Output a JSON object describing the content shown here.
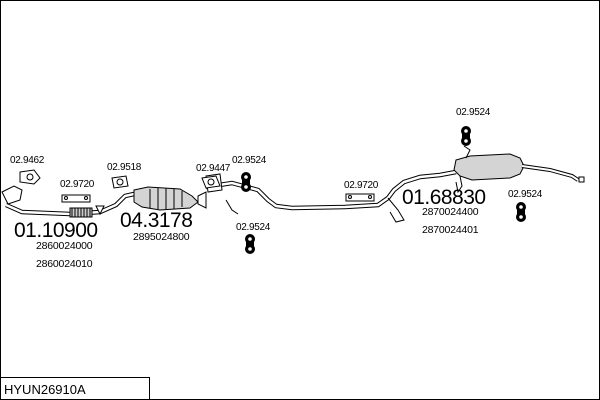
{
  "diagram_code": "HYUN26910A",
  "part_labels": {
    "p0": "02.9462",
    "p1": "02.9720",
    "p2": "02.9518",
    "p3": "02.9447",
    "p4": "02.9524",
    "p5": "02.9524",
    "p6": "02.9720",
    "p7": "02.9524",
    "p8": "02.9524"
  },
  "main_parts": [
    {
      "number": "01.10900",
      "oe": [
        "2860024000",
        "2860024010"
      ]
    },
    {
      "number": "04.3178",
      "oe": [
        "2895024800"
      ]
    },
    {
      "number": "01.68830",
      "oe": [
        "2870024400",
        "2870024401"
      ]
    }
  ],
  "colors": {
    "line": "#000000",
    "part_fill": "#d4d4d4",
    "background": "#ffffff"
  }
}
